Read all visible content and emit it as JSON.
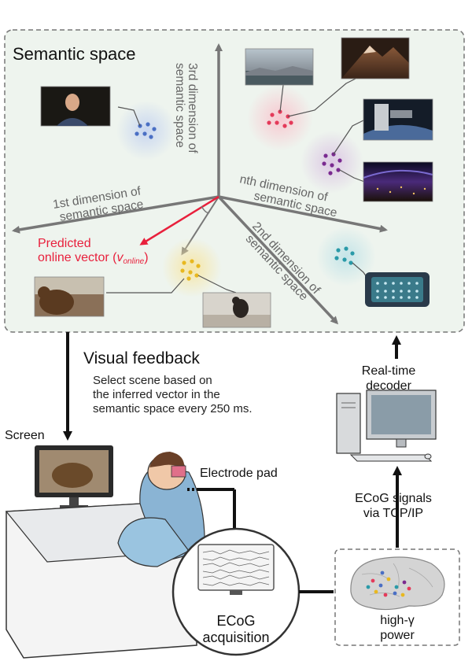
{
  "semantic_space": {
    "title": "Semantic space",
    "axis3_line1": "3rd dimension of",
    "axis3_line2": "semantic space",
    "axis1_line1": "1st dimension of",
    "axis1_line2": "semantic space",
    "axisn_line1": "nth dimension of",
    "axisn_line2": "semantic space",
    "axis2_line1": "2nd dimension of",
    "axis2_line2": "semantic space",
    "predicted_line1": "Predicted",
    "predicted_line2": "online vector (",
    "predicted_symbol": "v",
    "predicted_subscript": "online",
    "predicted_close": ")"
  },
  "feedback": {
    "title": "Visual feedback",
    "line1": "Select scene based on",
    "line2": "the inferred vector in the",
    "line3": "semantic space every 250 ms."
  },
  "labels": {
    "screen": "Screen",
    "electrode_pad": "Electrode pad",
    "decoder_line1": "Real-time",
    "decoder_line2": "decoder",
    "ecog_signals_line1": "ECoG signals",
    "ecog_signals_line2": "via TCP/IP",
    "acquisition_line1": "ECoG",
    "acquisition_line2": "acquisition",
    "high_gamma_line1": "high-γ",
    "high_gamma_line2": "power"
  },
  "colors": {
    "panel_bg": "#eef4ee",
    "axis": "#777777",
    "predicted": "#e8203c",
    "cluster_blue": "#4a6fc4",
    "cluster_red": "#e43a5a",
    "cluster_purple": "#7a2a90",
    "cluster_yellow": "#e8b820",
    "cluster_teal": "#2a9aa8"
  }
}
